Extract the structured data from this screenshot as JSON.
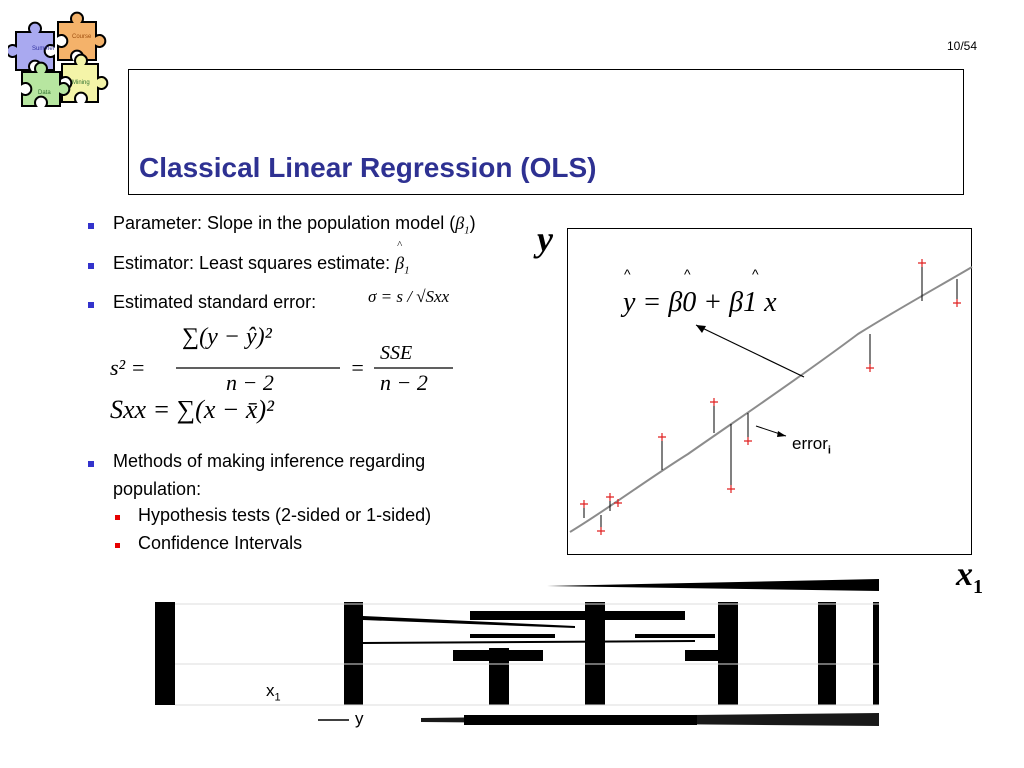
{
  "slide": {
    "page_number": "10/54",
    "title": "Classical Linear Regression (OLS)",
    "logo": {
      "pieces": [
        "Summer",
        "Course",
        "Mining",
        "Data"
      ],
      "colors": [
        "#a9a9f0",
        "#f4b26a",
        "#f4f4a8",
        "#b7e6a0"
      ]
    },
    "bullets": [
      {
        "text": "Parameter: Slope in the population model (",
        "math": "β",
        "math_sub": "1",
        "suffix": ")"
      },
      {
        "text": "Estimator: Least squares estimate:",
        "math": "β",
        "math_sub": "1"
      },
      {
        "text": "Estimated standard error:",
        "math": "σ = s / √Sxx"
      }
    ],
    "formulas": {
      "s2_lhs": "s² =",
      "s2_num": "∑(y − ŷ)²",
      "s2_den": "n − 2",
      "s2_eq": "=",
      "s2_num2": "SSE",
      "s2_den2": "n − 2",
      "sxx": "Sxx = ∑(x − x̄)²"
    },
    "bullets2": [
      {
        "text": "Methods of making inference regarding",
        "text2": "population:"
      }
    ],
    "sub_bullets": [
      "Hypothesis tests (2-sided or 1-sided)",
      "Confidence Intervals"
    ],
    "plot": {
      "y_axis_label": "y",
      "x_axis_label": "x",
      "x_axis_sub": "1",
      "equation": "y = β0 + β1 x",
      "error_label": "error",
      "error_sub": "i",
      "line_color": "#8c8c8c",
      "point_color": "#e02020"
    },
    "legend": {
      "x_label": "x",
      "x_sub": "1",
      "y_label": "y"
    }
  }
}
